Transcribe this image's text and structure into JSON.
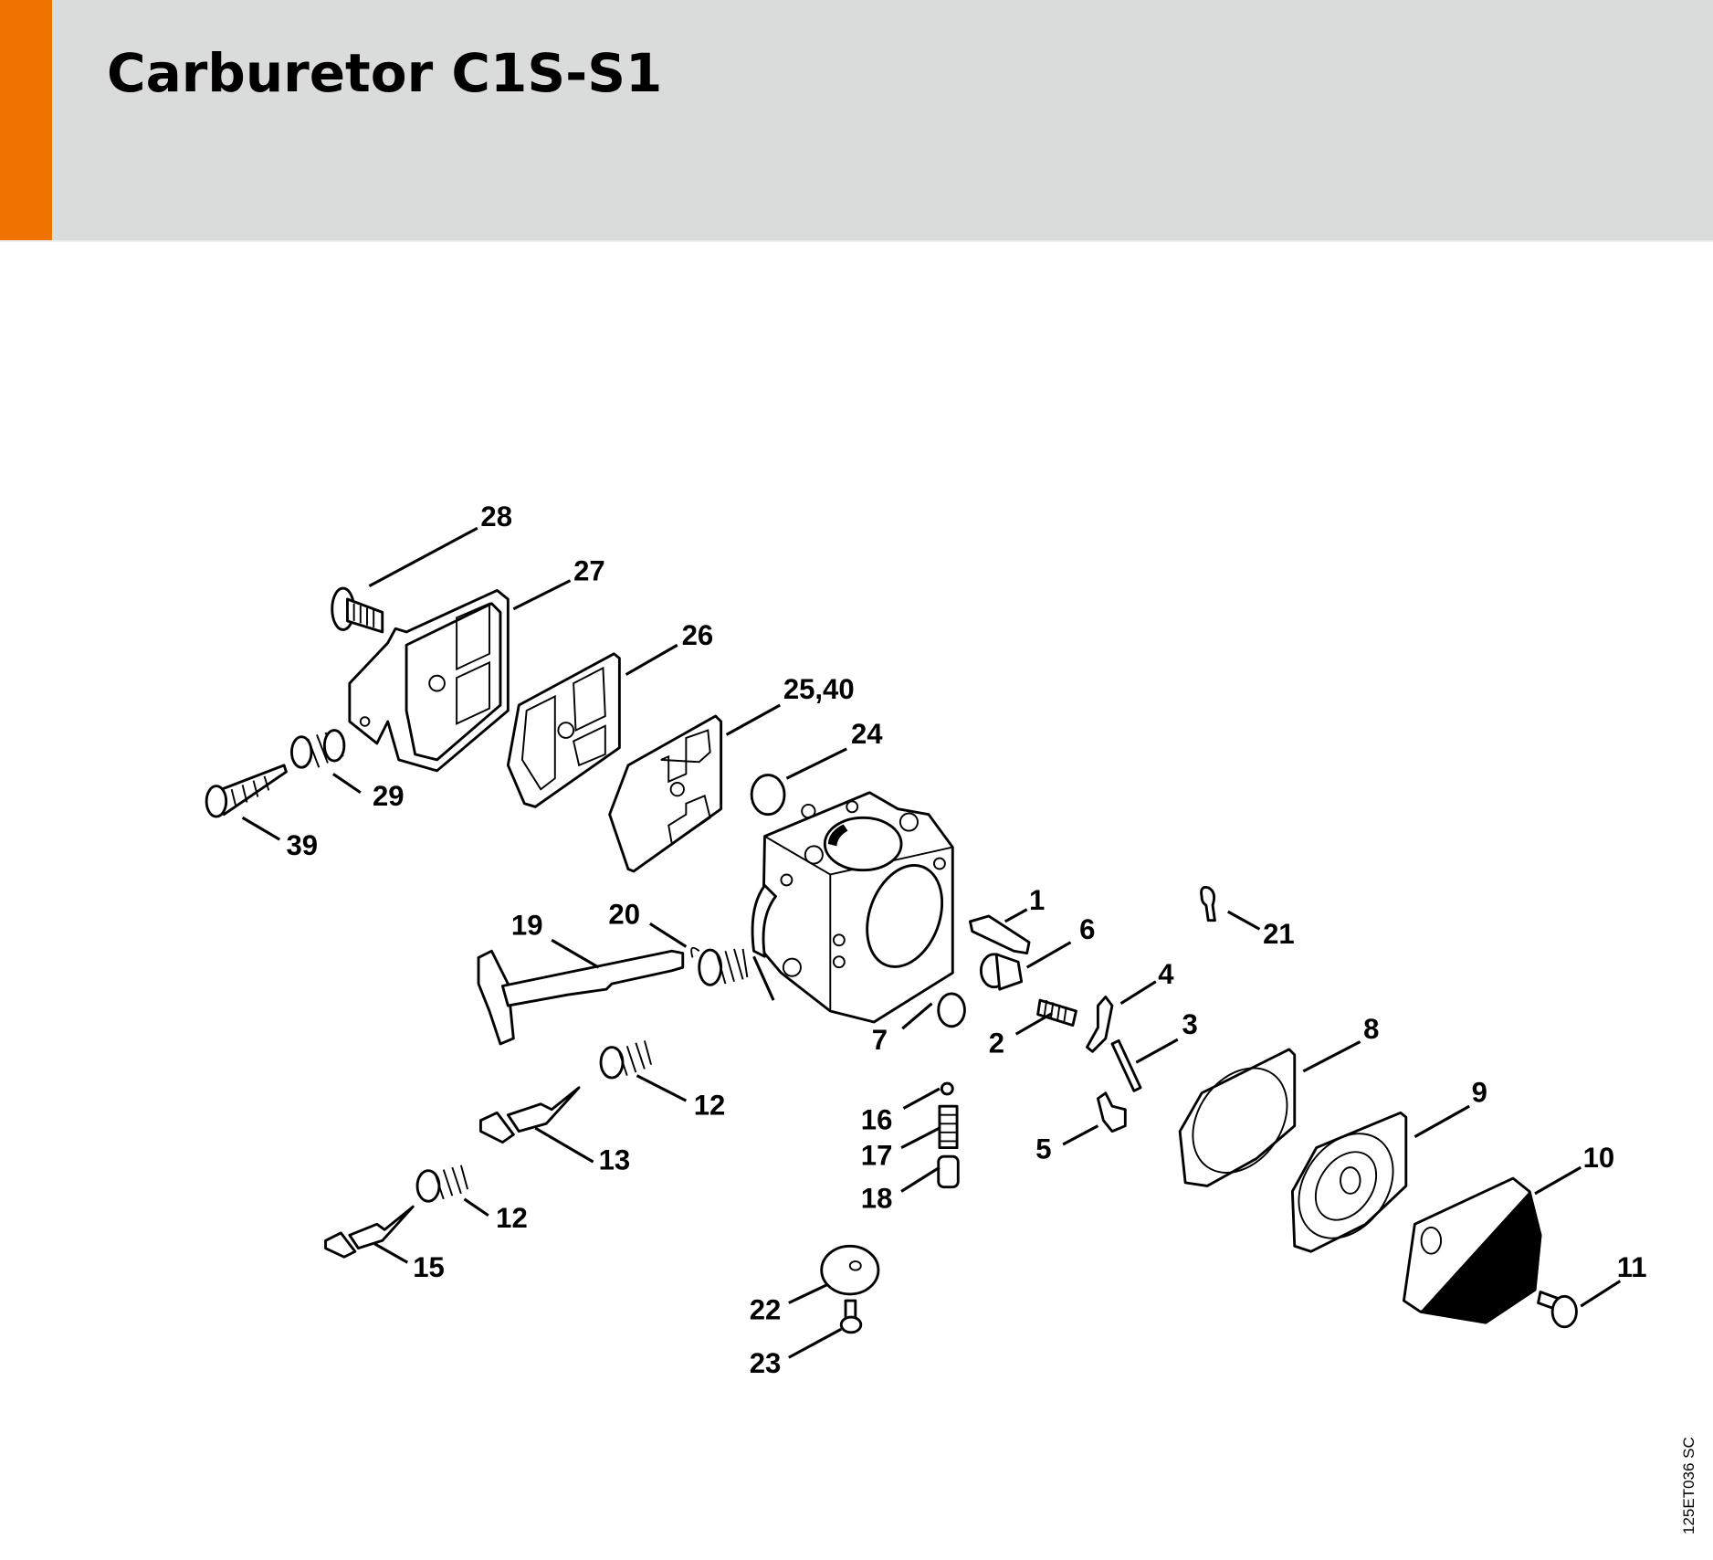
{
  "header": {
    "title": "Carburetor C1S-S1",
    "accent_color": "#f07300",
    "background_color": "#dadcdb"
  },
  "diagram": {
    "drawing_code": "125ET036 SC",
    "callouts": [
      {
        "id": "c28",
        "label": "28",
        "part": "screw"
      },
      {
        "id": "c27",
        "label": "27",
        "part": "pump-cover"
      },
      {
        "id": "c26",
        "label": "26",
        "part": "gasket"
      },
      {
        "id": "c2540",
        "label": "25,40",
        "part": "pump-diaphragm"
      },
      {
        "id": "c24",
        "label": "24",
        "part": "screen-plug"
      },
      {
        "id": "c29",
        "label": "29",
        "part": "spring"
      },
      {
        "id": "c39",
        "label": "39",
        "part": "screw"
      },
      {
        "id": "c1",
        "label": "1",
        "part": "inlet-needle"
      },
      {
        "id": "c6",
        "label": "6",
        "part": "plug"
      },
      {
        "id": "c21",
        "label": "21",
        "part": "clip"
      },
      {
        "id": "c19",
        "label": "19",
        "part": "throttle-shaft"
      },
      {
        "id": "c20",
        "label": "20",
        "part": "torsion-spring"
      },
      {
        "id": "c4",
        "label": "4",
        "part": "inlet-control-lever"
      },
      {
        "id": "c3",
        "label": "3",
        "part": "spindle"
      },
      {
        "id": "c7",
        "label": "7",
        "part": "o-ring"
      },
      {
        "id": "c2",
        "label": "2",
        "part": "spring"
      },
      {
        "id": "c8",
        "label": "8",
        "part": "gasket"
      },
      {
        "id": "c12a",
        "label": "12",
        "part": "spring"
      },
      {
        "id": "c13",
        "label": "13",
        "part": "adjusting-screw"
      },
      {
        "id": "c16",
        "label": "16",
        "part": "ball"
      },
      {
        "id": "c17",
        "label": "17",
        "part": "spring"
      },
      {
        "id": "c18",
        "label": "18",
        "part": "plug"
      },
      {
        "id": "c5",
        "label": "5",
        "part": "screw"
      },
      {
        "id": "c9",
        "label": "9",
        "part": "metering-diaphragm"
      },
      {
        "id": "c10",
        "label": "10",
        "part": "end-cover"
      },
      {
        "id": "c12b",
        "label": "12",
        "part": "spring"
      },
      {
        "id": "c15",
        "label": "15",
        "part": "adjusting-screw"
      },
      {
        "id": "c22",
        "label": "22",
        "part": "throttle-shutter"
      },
      {
        "id": "c23",
        "label": "23",
        "part": "screw"
      },
      {
        "id": "c11",
        "label": "11",
        "part": "screw"
      }
    ]
  }
}
